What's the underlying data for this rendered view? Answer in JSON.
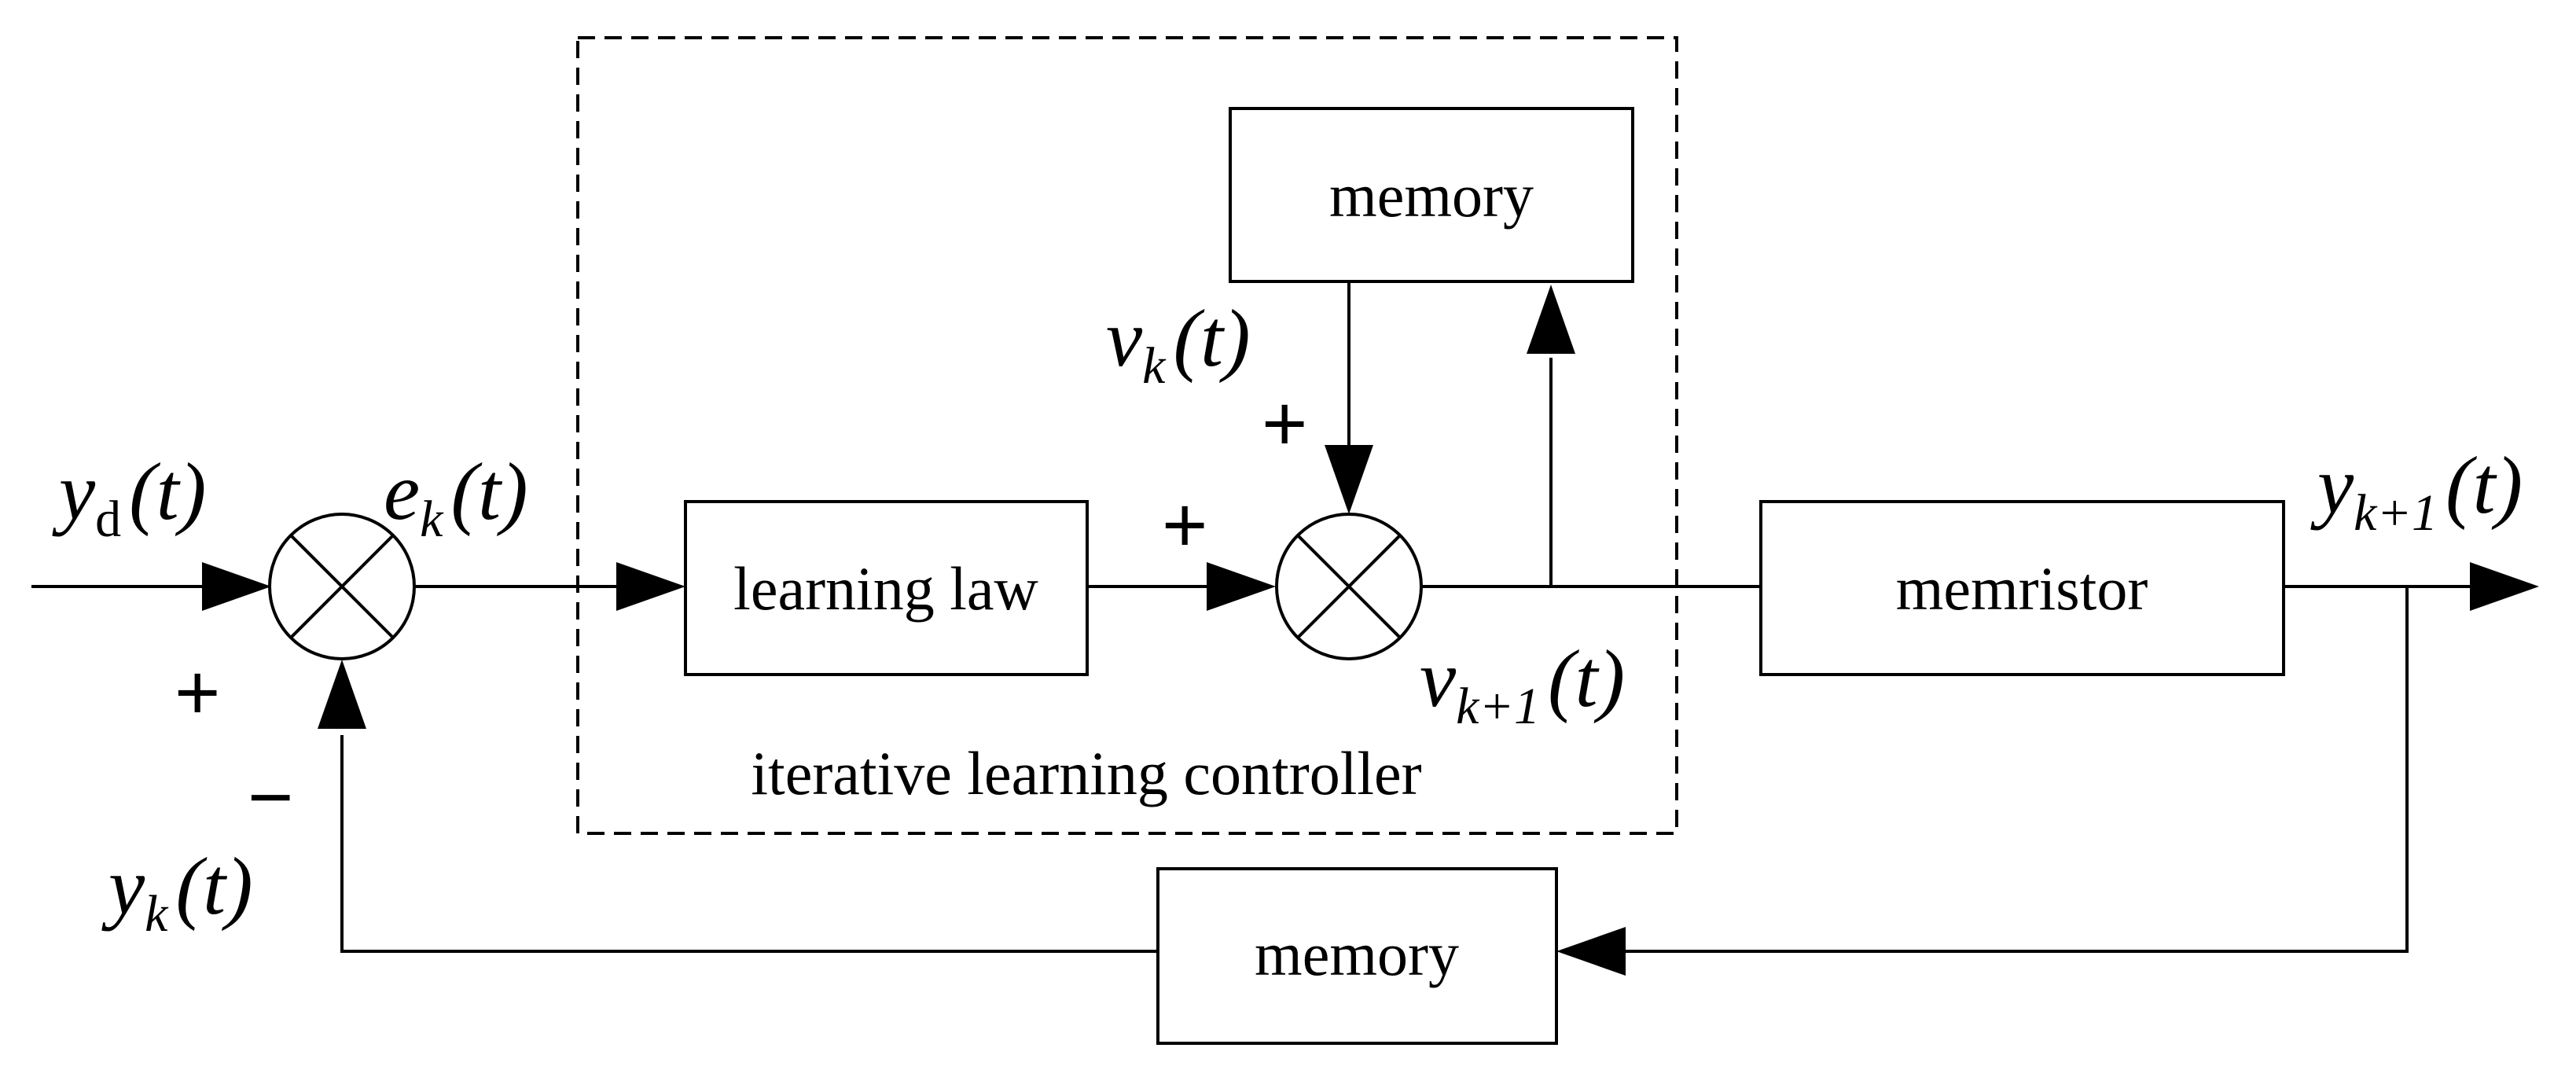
{
  "blocks": {
    "memory_top": "memory",
    "learning_law": "learning law",
    "memristor": "memristor",
    "memory_bottom": "memory"
  },
  "controller_label": "iterative learning controller",
  "signals": {
    "yd": {
      "base": "y",
      "sub": "d",
      "arg": "(t)"
    },
    "ek": {
      "base": "e",
      "sub": "k",
      "arg": "(t)"
    },
    "vk": {
      "base": "v",
      "sub": "k",
      "arg": "(t)"
    },
    "vk1": {
      "base": "v",
      "sub": "k+1",
      "arg": "(t)"
    },
    "yk1": {
      "base": "y",
      "sub": "k+1",
      "arg": "(t)"
    },
    "yk": {
      "base": "y",
      "sub": "k",
      "arg": "(t)"
    }
  },
  "signs": {
    "sum1_plus": "+",
    "sum1_minus": "−",
    "sum2_left_plus": "+",
    "sum2_top_plus": "+"
  }
}
